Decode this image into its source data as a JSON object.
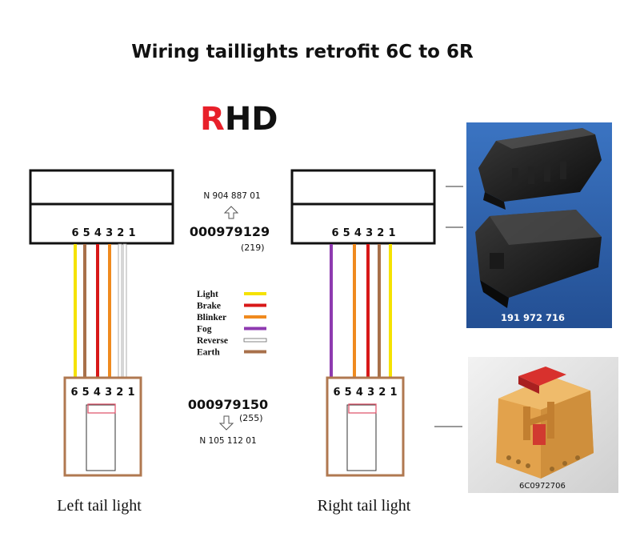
{
  "title": "Wiring taillights retrofit 6C to 6R",
  "variant": {
    "first_letter": "R",
    "rest": "HD",
    "first_color": "#e8202a",
    "rest_color": "#111111"
  },
  "pin_numbers": [
    "6",
    "5",
    "4",
    "3",
    "2",
    "1"
  ],
  "top_center": {
    "part_upper": "N 904 887 01",
    "part_main": "000979129",
    "part_sub": "(219)"
  },
  "bottom_center": {
    "part_main": "000979150",
    "part_sub": "(255)",
    "part_lower": "N 105 112 01"
  },
  "legend": [
    {
      "label": "Light",
      "color": "#f5e200",
      "style": "solid"
    },
    {
      "label": "Brake",
      "color": "#d81818",
      "style": "solid"
    },
    {
      "label": "Blinker",
      "color": "#f08a1e",
      "style": "solid"
    },
    {
      "label": "Fog",
      "color": "#8e3ab0",
      "style": "solid"
    },
    {
      "label": "Reverse",
      "color": "#ffffff",
      "style": "outline"
    },
    {
      "label": "Earth",
      "color": "#a8704a",
      "style": "solid"
    }
  ],
  "left_wires": [
    "Light",
    "Earth",
    "Brake",
    "Blinker",
    "Reverse",
    "Reverse"
  ],
  "right_wires": [
    "Fog",
    "Blinker",
    "Brake",
    "Earth",
    "Light"
  ],
  "labels": {
    "left_tail": "Left tail light",
    "right_tail": "Right tail light"
  },
  "photos": {
    "connector_part": "191 972 716",
    "socket_part": "6C0972706"
  },
  "colors": {
    "line": "#111111",
    "tail_border": "#b07850",
    "photo_bg_blue": "#2c5ea8",
    "photo_part_text": "#ffffff",
    "socket_body": "#e2a24c",
    "socket_latch": "#d8312d"
  }
}
